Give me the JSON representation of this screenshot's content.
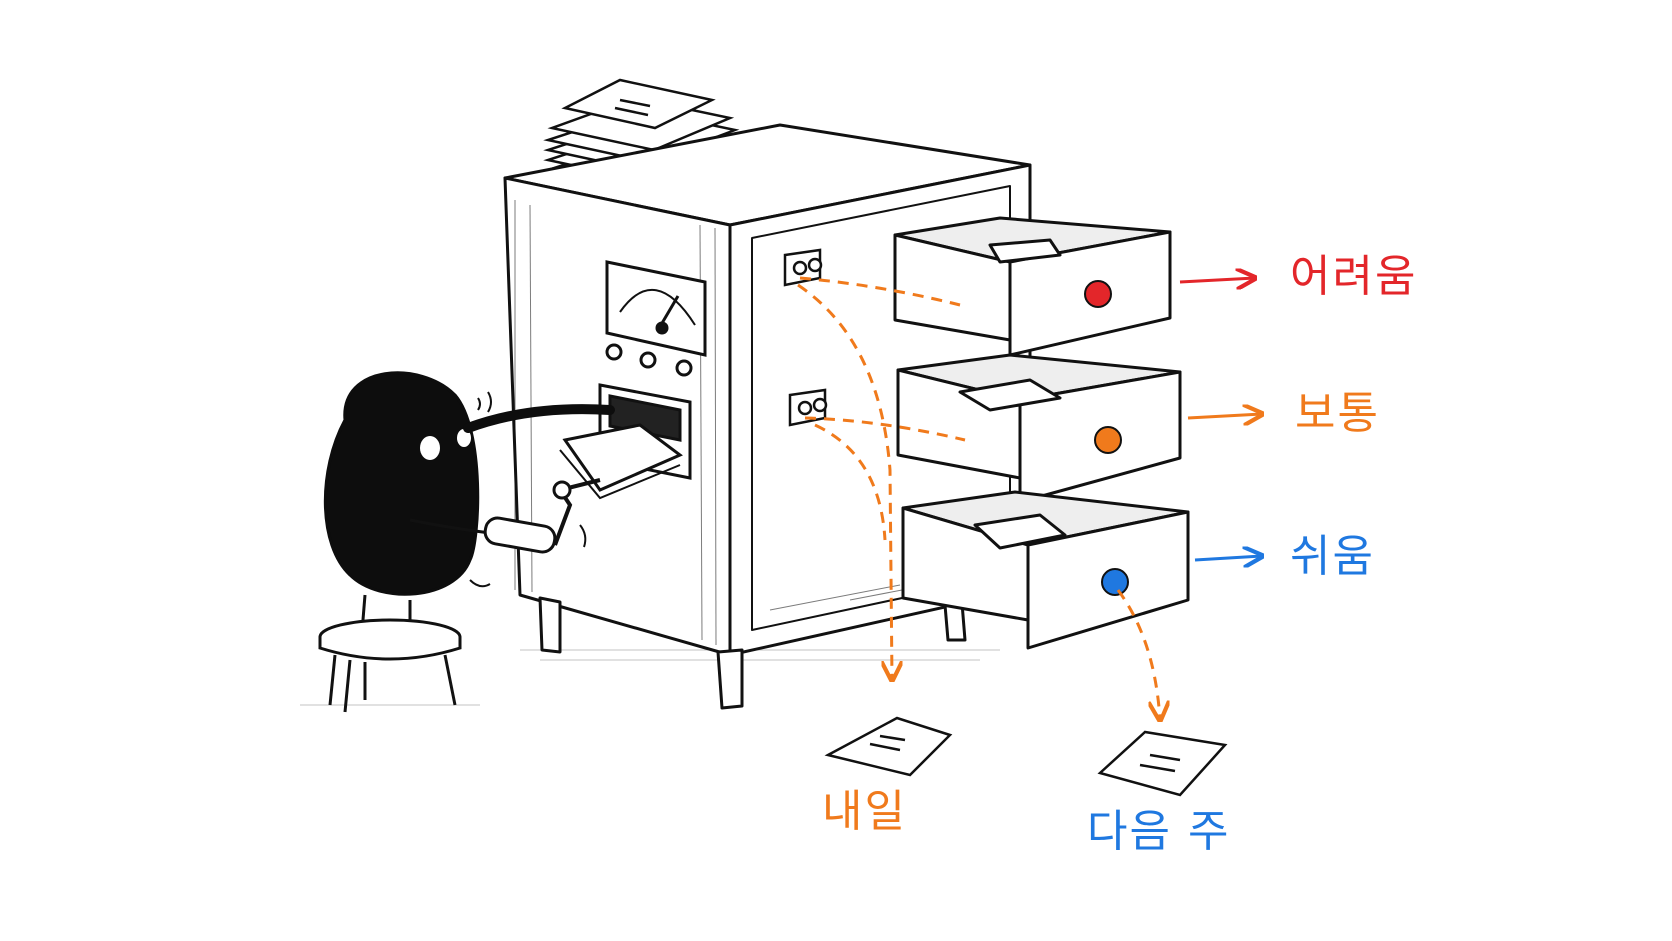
{
  "labels": {
    "hard": "어려움",
    "medium": "보통",
    "easy": "쉬움",
    "tomorrow": "내일",
    "next_week": "다음 주"
  },
  "colors": {
    "hard": "#e3262a",
    "medium": "#f07a1c",
    "easy": "#1f78e0",
    "ink": "#111111",
    "paper": "#ffffff"
  },
  "icons": [
    "creature-figure",
    "stool",
    "hand-crank",
    "gauge-dial",
    "card-stack",
    "drawer-knob",
    "arrow"
  ]
}
